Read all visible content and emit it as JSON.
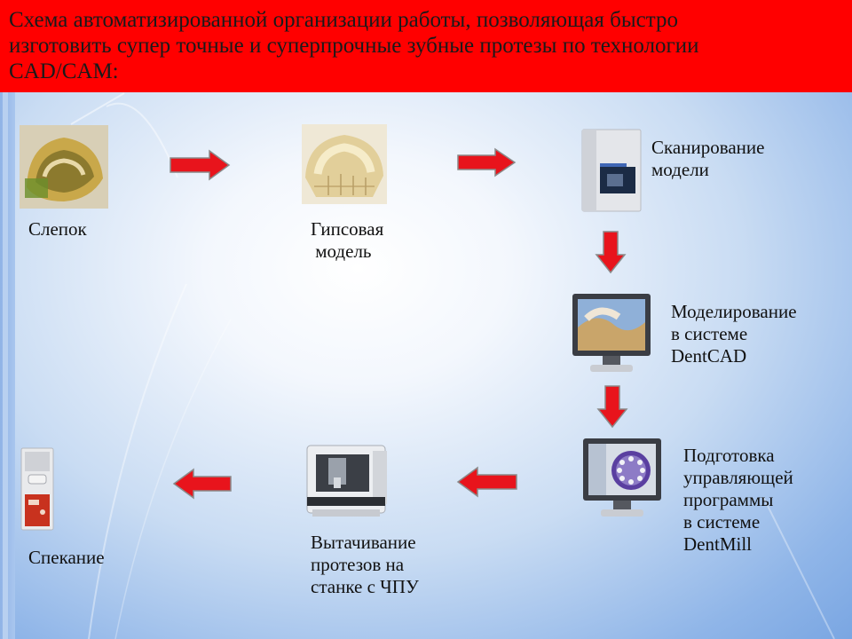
{
  "title": {
    "lines": [
      "Схема автоматизированной организации работы, позволяющая быстро",
      "изготовить супер точные и суперпрочные зубные протезы по технологии",
      "CAD/CAM:"
    ]
  },
  "steps": {
    "impression": {
      "lines": [
        "Слепок"
      ]
    },
    "plaster": {
      "lines": [
        "Гипсовая",
        " модель"
      ]
    },
    "scan": {
      "lines": [
        "Сканирование",
        "модели"
      ]
    },
    "modeling": {
      "lines": [
        "Моделирование",
        "в системе",
        "DentCAD"
      ]
    },
    "program": {
      "lines": [
        "Подготовка",
        "управляющей",
        "программы",
        "в системе",
        "DentMill"
      ]
    },
    "milling": {
      "lines": [
        "Вытачивание",
        "протезов на",
        "станке с ЧПУ"
      ]
    },
    "sintering": {
      "lines": [
        "Спекание"
      ]
    }
  },
  "colors": {
    "title_bg": "#ff0000",
    "arrow": "#e8141c",
    "arrow_outline": "#8a8a8a"
  }
}
